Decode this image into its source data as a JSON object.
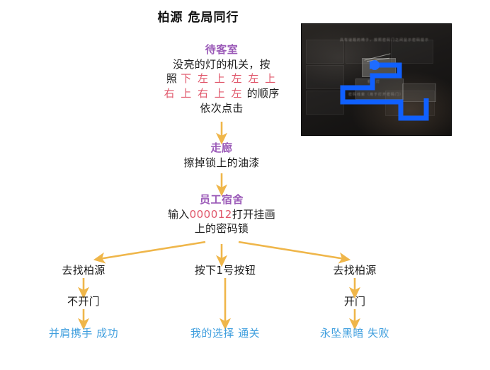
{
  "title": "柏源 危局同行",
  "flow": {
    "node1": {
      "heading": "待客室",
      "line1": "没亮的灯的机关，按",
      "line2_prefix": "照 ",
      "line2_red": "下 左 上 左 左 上",
      "line3_red": "右 上 右 上 左",
      "line3_suffix": " 的顺序",
      "line4": "依次点击"
    },
    "node2": {
      "heading": "走廊",
      "line1": "擦掉锁上的油漆"
    },
    "node3": {
      "heading": "员工宿舍",
      "line1_prefix": "输入",
      "line1_code": "000012",
      "line1_suffix": "打开挂画",
      "line2": "上的密码锁"
    }
  },
  "branches": {
    "left": {
      "step1": "去找柏源",
      "step2": "不开门",
      "ending": "并肩携手 成功"
    },
    "middle": {
      "step1": "按下1号按钮",
      "ending": "我的选择 通关"
    },
    "right": {
      "step1": "去找柏源",
      "step2": "开门",
      "ending": "永坠黑暗 失败"
    }
  },
  "thumbnail": {
    "caption_blur": "具有谜题的椅子，按照密码门之间显示密码提示",
    "label_blur": "密码线索（用于打开密码门）",
    "sub_blur": "机关灯"
  },
  "colors": {
    "heading_purple": "#9b5ab8",
    "highlight_red": "#e0566a",
    "arrow_orange": "#efb64a",
    "ending_blue": "#3e9ede",
    "body_black": "#1a1a1a",
    "path_blue": "#1060ff"
  }
}
